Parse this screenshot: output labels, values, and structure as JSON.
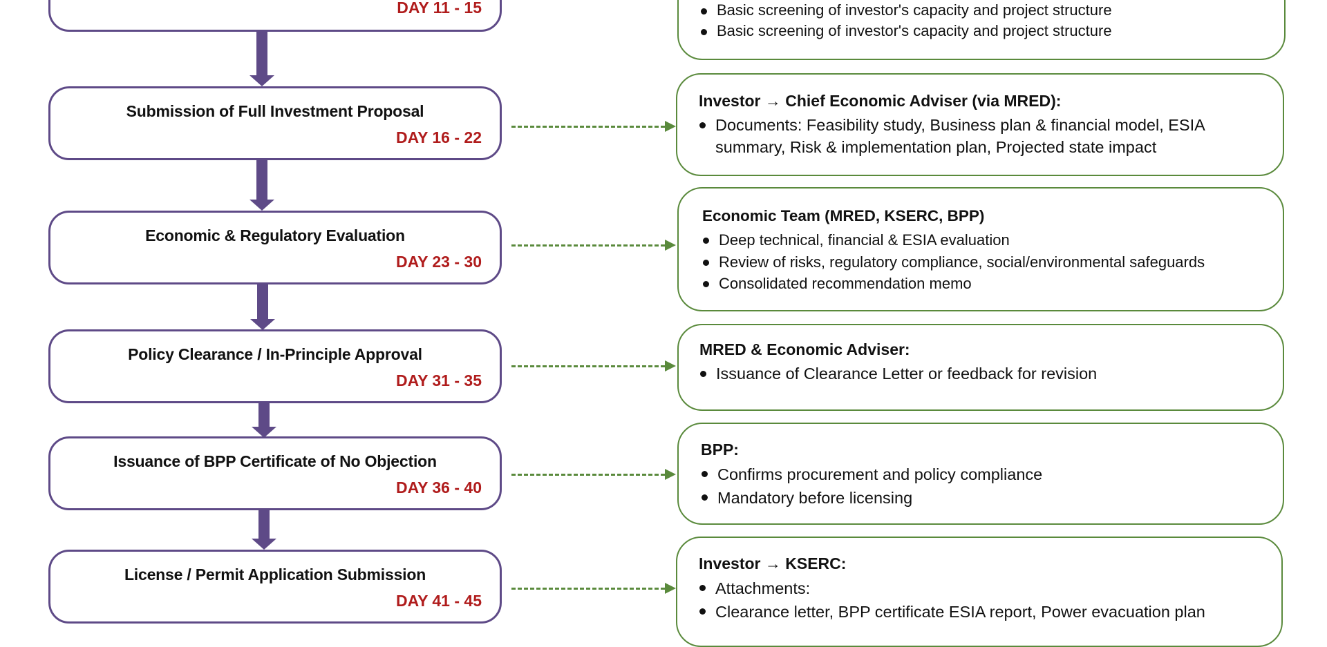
{
  "steps": [
    {
      "title": "",
      "day": "DAY 11 - 15"
    },
    {
      "title": "Submission of Full Investment Proposal",
      "day": "DAY 16 - 22"
    },
    {
      "title": "Economic & Regulatory Evaluation",
      "day": "DAY 23 - 30"
    },
    {
      "title": "Policy Clearance / In-Principle Approval",
      "day": "DAY 31 - 35"
    },
    {
      "title": "Issuance of BPP Certificate of No Objection",
      "day": "DAY 36 - 40"
    },
    {
      "title": "License / Permit Application Submission",
      "day": "DAY 41 - 45"
    }
  ],
  "details": [
    {
      "heading": "",
      "items": [
        "Basic screening of investor's capacity and project structure",
        "Basic screening of investor's capacity and project structure"
      ]
    },
    {
      "heading": "Investor → Chief Economic Adviser (via MRED):",
      "items": [
        "Documents: Feasibility study, Business plan & financial model, ESIA summary, Risk & implementation plan, Projected state impact"
      ]
    },
    {
      "heading": "Economic Team (MRED, KSERC, BPP)",
      "items": [
        "Deep technical, financial & ESIA evaluation",
        "Review of risks, regulatory compliance, social/environmental safeguards",
        "Consolidated recommendation memo"
      ]
    },
    {
      "heading": "MRED & Economic Adviser:",
      "items": [
        "Issuance of Clearance Letter or feedback for revision"
      ]
    },
    {
      "heading": "BPP:",
      "items": [
        "Confirms procurement and policy compliance",
        "Mandatory before licensing"
      ]
    },
    {
      "heading": "Investor → KSERC:",
      "items": [
        "Attachments:",
        "Clearance letter, BPP certificate ESIA report, Power evacuation plan"
      ]
    }
  ],
  "colors": {
    "step_border": "#5e4a87",
    "day_text": "#b01c1c",
    "detail_border": "#5a8a3c",
    "connector_vertical": "#5e4a87",
    "connector_dashed": "#5a8a3c"
  }
}
